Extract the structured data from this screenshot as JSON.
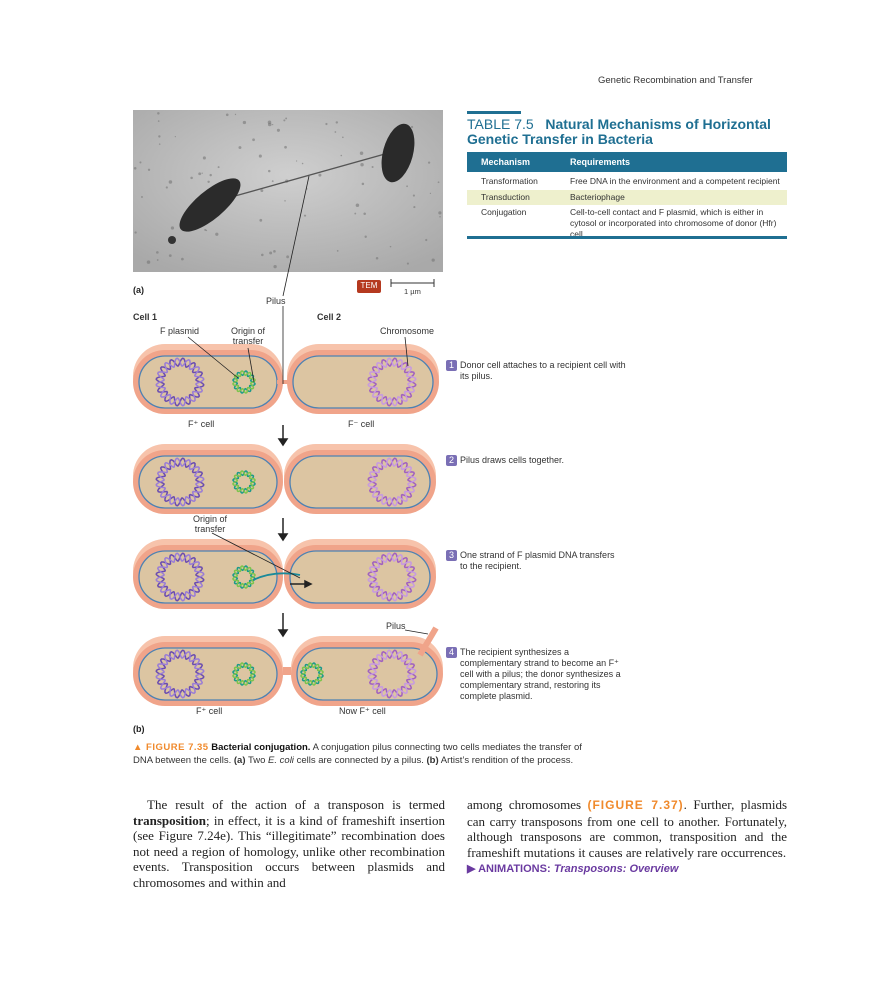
{
  "running_head": "Genetic Recombination and Transfer",
  "table": {
    "number": "TABLE 7.5",
    "title": "Natural Mechanisms of Horizontal Genetic Transfer in Bacteria",
    "headers": [
      "Mechanism",
      "Requirements"
    ],
    "rows": [
      {
        "mechanism": "Transformation",
        "requirements": "Free DNA in the environment and a competent recipient"
      },
      {
        "mechanism": "Transduction",
        "requirements": "Bacteriophage"
      },
      {
        "mechanism": "Conjugation",
        "requirements": "Cell-to-cell contact and F plasmid, which is either in cytosol or incorporated into chromosome of donor (Hfr) cell"
      }
    ],
    "accent_color": "#1f6f92",
    "highlight_color": "#eef0cd"
  },
  "figure": {
    "part_a": "(a)",
    "part_b": "(b)",
    "tem_badge": "TEM",
    "scale_bar": "1 µm",
    "labels": {
      "pilus": "Pilus",
      "cell1": "Cell 1",
      "cell2": "Cell 2",
      "f_plasmid": "F plasmid",
      "origin_of_transfer": "Origin of transfer",
      "chromosome": "Chromosome",
      "f_plus_cell": "F⁺ cell",
      "f_minus_cell": "F⁻ cell",
      "origin_of_transfer_2": "Origin of transfer",
      "pilus_2": "Pilus",
      "f_plus_cell_2": "F⁺ cell",
      "now_f_plus_cell": "Now F⁺ cell"
    },
    "steps": [
      {
        "num": "1",
        "text": "Donor cell attaches to a recipient cell with its pilus."
      },
      {
        "num": "2",
        "text": "Pilus draws cells together."
      },
      {
        "num": "3",
        "text": "One strand of F plasmid DNA transfers to the recipient."
      },
      {
        "num": "4",
        "text": "The recipient synthesizes a complementary strand to become an F⁺ cell with a pilus; the donor synthesizes a complementary strand, restoring its complete plasmid."
      }
    ],
    "caption": {
      "label": "▲ FIGURE 7.35",
      "title": "Bacterial conjugation.",
      "text1": "A conjugation pilus connecting two cells mediates the transfer of DNA between the cells.",
      "a": "(a)",
      "text2": "Two",
      "italic": "E. coli",
      "text3": "cells are connected by a pilus.",
      "b": "(b)",
      "text4": "Artist’s rendition of the process."
    }
  },
  "body": {
    "left": {
      "t1": "The result of the action of a transposon is termed ",
      "b1": "transposition",
      "t2": "; in effect, it is a kind of frameshift insertion (see Figure 7.24e). This “illegitimate” recombination does not need a region of homology, unlike other recombination events. Transposition occurs between plasmids and chromosomes and within and"
    },
    "right": {
      "t1": "among chromosomes ",
      "ref": "(FIGURE 7.37)",
      "t2": ". Further, plasmids can carry transposons from one cell to another. Fortunately, although transposons are common, transposition and the frameshift mutations it causes are relatively rare occurrences.",
      "anim_label": "▶ ANIMATIONS:",
      "anim_link": "Transposons: Overview"
    }
  }
}
